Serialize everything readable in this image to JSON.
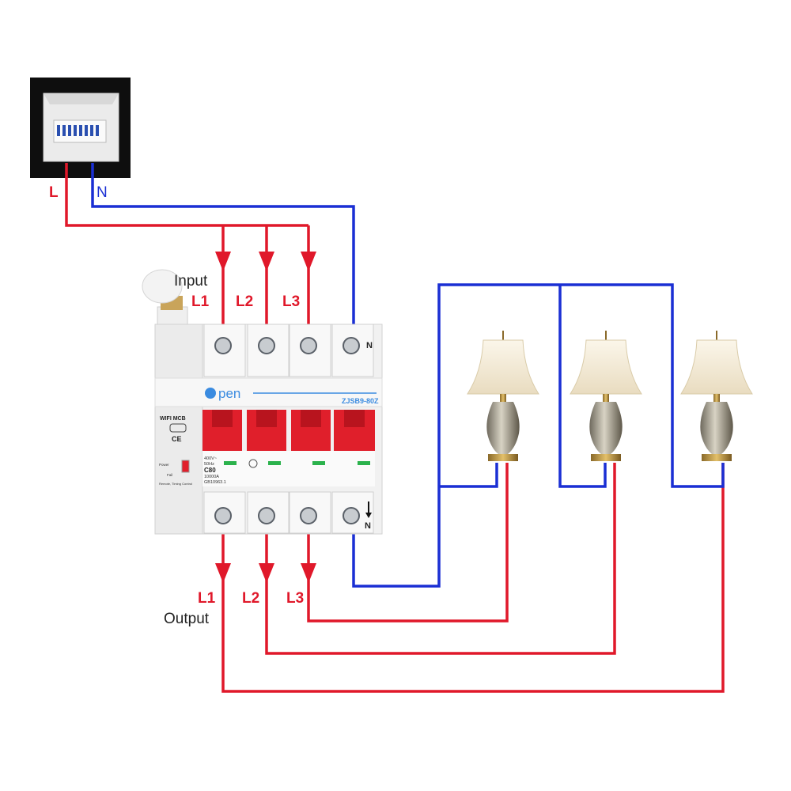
{
  "panel": {
    "wire_l_label": "L",
    "wire_n_label": "N"
  },
  "breaker": {
    "brand": "pen",
    "model": "ZJSB9-80Z",
    "wifi_label": "WIFI MCB",
    "ce_mark": "CE",
    "spec_lines": [
      "400V~",
      "50Hz",
      "C80",
      "10000A",
      "GB10963.1"
    ],
    "ratings_small": [
      "Power",
      "Fail"
    ],
    "remote_text": "Remote, Timing Control",
    "neutral_top": "N",
    "neutral_bottom": "N"
  },
  "input": {
    "title": "Input",
    "phases": [
      "L1",
      "L2",
      "L3"
    ]
  },
  "output": {
    "title": "Output",
    "phases": [
      "L1",
      "L2",
      "L3"
    ]
  },
  "lamps": {
    "count": 3
  },
  "colors": {
    "phase_wire": "#e0182a",
    "neutral_wire": "#1a2fd4",
    "breaker_handle": "#e01f2b"
  }
}
